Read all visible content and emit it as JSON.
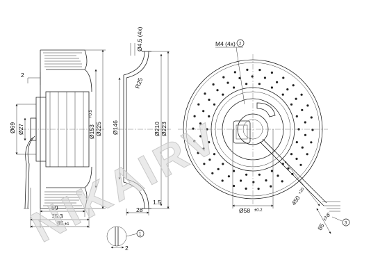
{
  "watermark": "NIKAIRV",
  "callouts": [
    "1",
    "2",
    "3"
  ],
  "labels": {
    "m4": "M4 (4x)",
    "phi45": "Ø4.5 (4x)",
    "r25": "R25"
  },
  "dimensions": {
    "d2_top": "2",
    "d69": "Ø69",
    "d27": "Ø27",
    "d153": "Ø153",
    "d153_tol": "+0.5",
    "d225": "Ø225",
    "d146": "Ø146",
    "d210": "Ø210",
    "d223": "Ø223",
    "d50": "50",
    "d753": "75.3",
    "d85": "85",
    "d85_tol": "±1",
    "d28": "28",
    "d15": "1.5",
    "d2_detail": "2",
    "d58": "Ø58",
    "d58_tol": "±0.2",
    "d450": "450",
    "d450_tol": "+20",
    "d85_cable": "85",
    "d85_cable_tol": "±3",
    "d6": "6"
  }
}
